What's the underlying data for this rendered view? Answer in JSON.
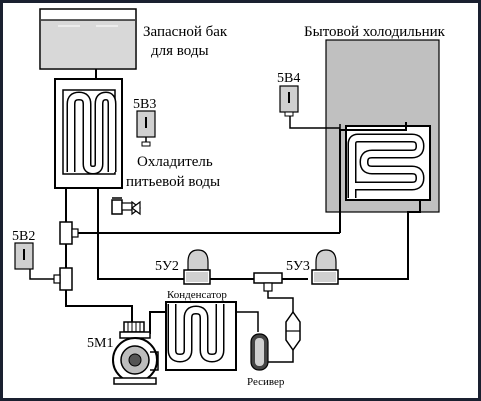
{
  "labels": {
    "reserve_tank": [
      "Запасной бак",
      "для воды"
    ],
    "fridge": "Бытовой холодильник",
    "chiller": [
      "Охладитель",
      "питьевой воды"
    ],
    "condenser": "Конденсатор",
    "receiver": "Ресивер",
    "valve_5v2": "5В2",
    "valve_5v3": "5В3",
    "valve_5v4": "5В4",
    "sensor_5u2": "5У2",
    "sensor_5u3": "5У3",
    "motor_5m1": "5М1"
  },
  "colors": {
    "frame": "#1a2030",
    "fridge_fill": "#c0c0c0",
    "tank_fill": "#d8d8d8",
    "device_fill": "#d0d0d0",
    "line": "#000000"
  }
}
